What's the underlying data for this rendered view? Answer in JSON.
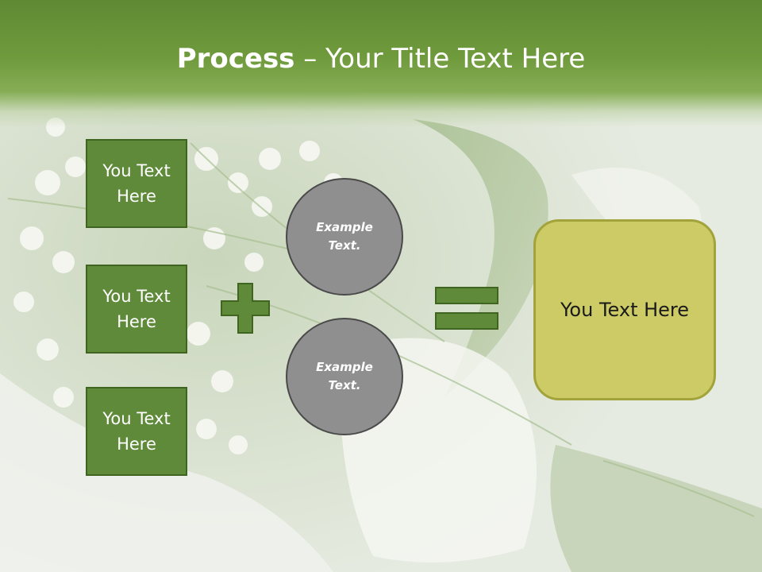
{
  "slide": {
    "title_bold": "Process",
    "title_rest": " – Your Title Text Here",
    "left_boxes": [
      {
        "label": "You Text\nHere"
      },
      {
        "label": "You Text\nHere"
      },
      {
        "label": "You Text\nHere"
      }
    ],
    "circles": [
      {
        "label": "Example\nText."
      },
      {
        "label": "Example\nText."
      }
    ],
    "result_label": "You Text Here"
  },
  "colors": {
    "header_green": "#6f9a3c",
    "box_fill": "#5f8a3a",
    "box_border": "#3f6520",
    "circle_fill": "#8f8f8f",
    "circle_border": "#4a4a4a",
    "result_fill": "#cccb66",
    "result_border": "#a2a33a"
  },
  "icons": [
    "plus-icon",
    "equals-icon"
  ]
}
